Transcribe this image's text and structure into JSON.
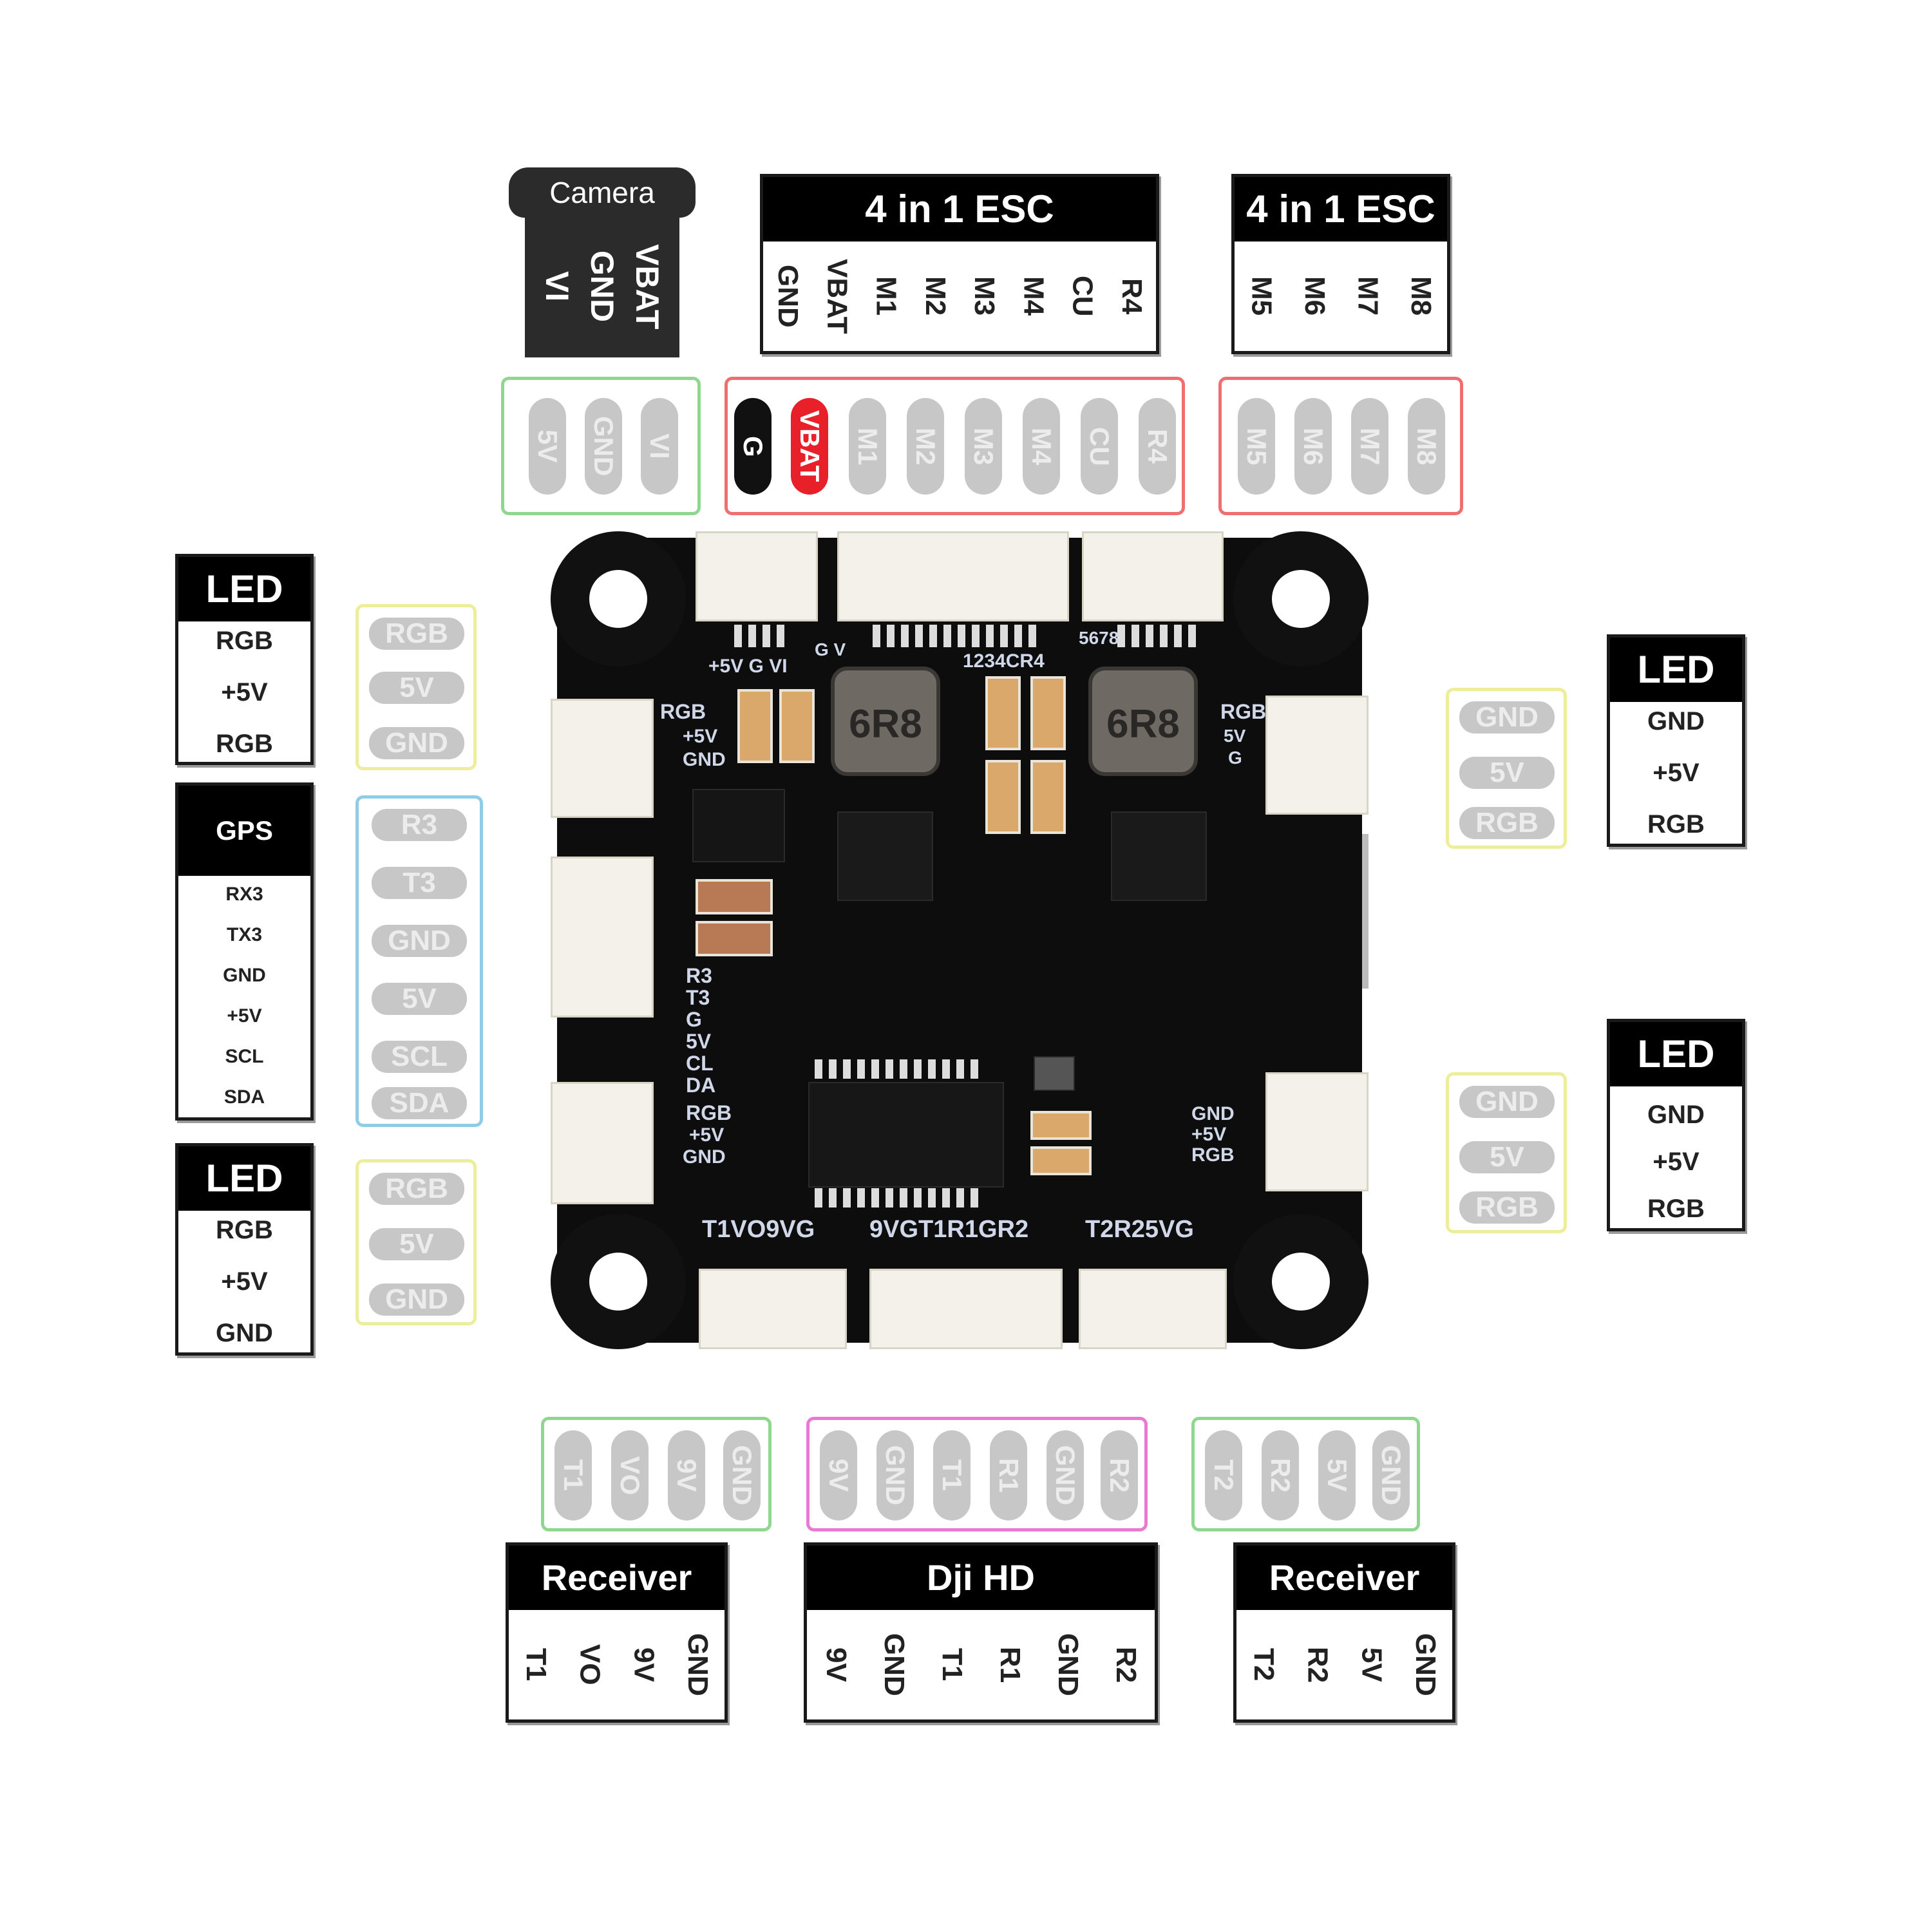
{
  "camera": {
    "title": "Camera",
    "pins": [
      "VBAT",
      "GND",
      "VI"
    ]
  },
  "esc_a": {
    "title": "4 in 1 ESC",
    "pins": [
      "GND",
      "VBAT",
      "M1",
      "M2",
      "M3",
      "M4",
      "CU",
      "R4"
    ]
  },
  "esc_b": {
    "title": "4 in 1 ESC",
    "pins": [
      "M5",
      "M6",
      "M7",
      "M8"
    ]
  },
  "pads_camera": [
    "5V",
    "GND",
    "VI"
  ],
  "pads_esc_a": [
    "G",
    "VBAT",
    "M1",
    "M2",
    "M3",
    "M4",
    "CU",
    "R4"
  ],
  "pads_esc_b": [
    "M5",
    "M6",
    "M7",
    "M8"
  ],
  "led_left_top": {
    "title": "LED",
    "pins": [
      "RGB",
      "+5V",
      "RGB"
    ]
  },
  "pads_led_left_top": [
    "RGB",
    "5V",
    "GND"
  ],
  "gps": {
    "title": "GPS",
    "pins": [
      "RX3",
      "TX3",
      "GND",
      "+5V",
      "SCL",
      "SDA"
    ]
  },
  "pads_gps": [
    "R3",
    "T3",
    "GND",
    "5V",
    "SCL",
    "SDA"
  ],
  "led_left_bottom": {
    "title": "LED",
    "pins": [
      "RGB",
      "+5V",
      "GND"
    ]
  },
  "pads_led_left_bottom": [
    "RGB",
    "5V",
    "GND"
  ],
  "led_right_top": {
    "title": "LED",
    "pins": [
      "GND",
      "+5V",
      "RGB"
    ]
  },
  "pads_led_right_top": [
    "GND",
    "5V",
    "RGB"
  ],
  "led_right_bottom": {
    "title": "LED",
    "pins": [
      "GND",
      "+5V",
      "RGB"
    ]
  },
  "pads_led_right_bottom": [
    "GND",
    "5V",
    "RGB"
  ],
  "pads_rx1": [
    "T1",
    "VO",
    "9V",
    "GND"
  ],
  "pads_dji": [
    "9V",
    "GND",
    "T1",
    "R1",
    "GND",
    "R2"
  ],
  "pads_rx2": [
    "T2",
    "R2",
    "5V",
    "GND"
  ],
  "receiver1": {
    "title": "Receiver",
    "pins": [
      "T1",
      "VO",
      "9V",
      "GND"
    ]
  },
  "dji": {
    "title": "Dji HD",
    "pins": [
      "9V",
      "GND",
      "T1",
      "R1",
      "GND",
      "R2"
    ]
  },
  "receiver2": {
    "title": "Receiver",
    "pins": [
      "T2",
      "R2",
      "5V",
      "GND"
    ]
  },
  "board": {
    "inductor1": "6R8",
    "inductor2": "6R8",
    "silk_top_left": "+5V G VI",
    "silk_top_mid_gv": "G V",
    "silk_top_mid": "1234CR4",
    "silk_top_right": "5678",
    "silk_left_upper": [
      "RGB",
      "+5V",
      "GND"
    ],
    "silk_left_mid": [
      "R3",
      "T3",
      "G",
      "5V",
      "CL",
      "DA"
    ],
    "silk_left_lower": [
      "RGB",
      "+5V",
      "GND"
    ],
    "silk_right_upper": [
      "RGB",
      "5V",
      "G"
    ],
    "silk_right_lower": [
      "GND",
      "+5V",
      "RGB"
    ],
    "silk_bottom_left": "T1VO9VG",
    "silk_bottom_mid": "9VGT1R1GR2",
    "silk_bottom_right": "T2R25VG"
  },
  "colors": {
    "green": "#8fd68f",
    "red": "#ee6f6f",
    "yellow": "#eeee9a",
    "blue": "#8fcde6",
    "pink": "#e87ad4",
    "pad_grey": "#c7c7c7",
    "vbat_red": "#e8202a"
  }
}
